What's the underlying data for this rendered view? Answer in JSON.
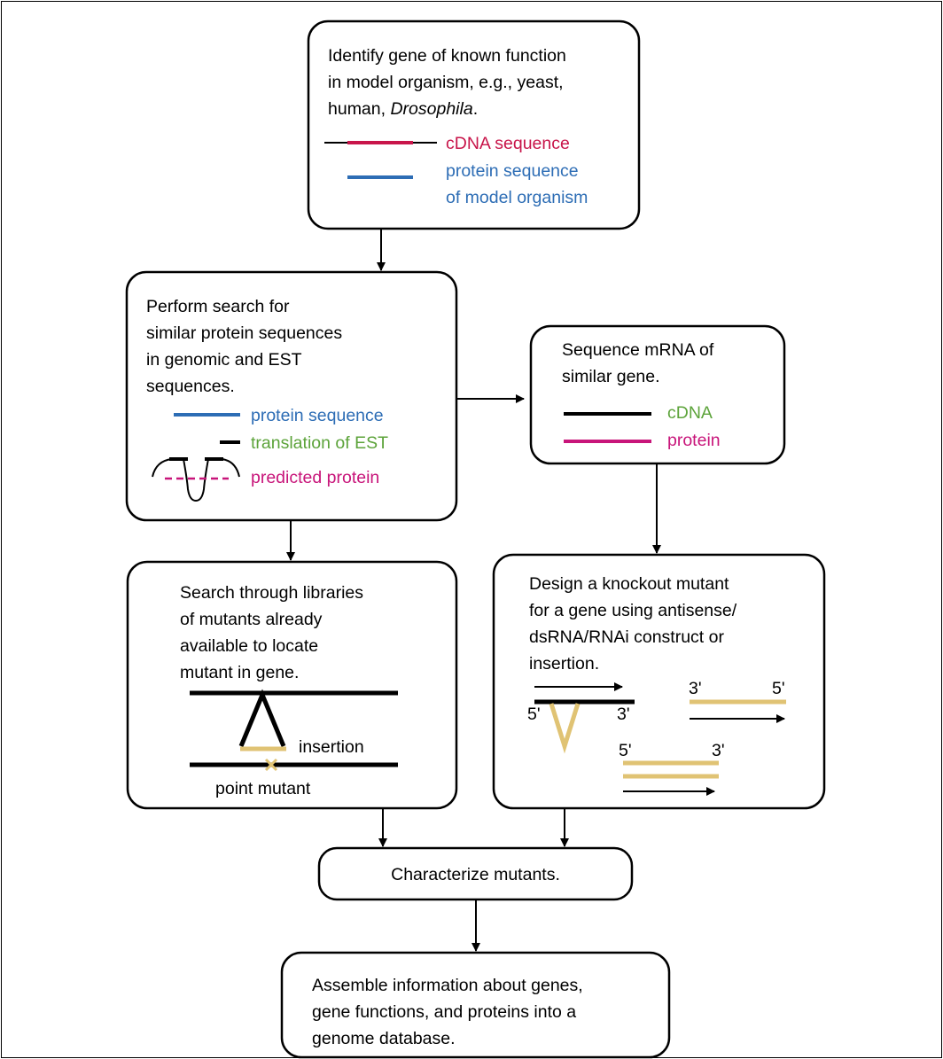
{
  "colors": {
    "cdna_red": "#c8154a",
    "protein_blue": "#2d6db5",
    "green": "#5ca33a",
    "magenta": "#c8157a",
    "tan": "#e0c374",
    "black": "#000000"
  },
  "nodes": {
    "identify": {
      "lines": [
        "Identify gene of known function",
        "in model organism, e.g., yeast,"
      ],
      "line3_prefix": "human, ",
      "line3_italic": "Drosophila",
      "line3_suffix": ".",
      "legend_cdna": "cDNA sequence",
      "legend_protein_1": "protein sequence",
      "legend_protein_2": "of model organism"
    },
    "perform": {
      "lines": [
        "Perform search for",
        "similar protein sequences",
        "in genomic and EST",
        "sequences."
      ],
      "legend_protein": "protein sequence",
      "legend_est": "translation of EST",
      "legend_predicted": "predicted protein"
    },
    "sequence": {
      "lines": [
        "Sequence mRNA of",
        "similar gene."
      ],
      "legend_cdna": "cDNA",
      "legend_protein": "protein"
    },
    "search": {
      "lines": [
        "Search through libraries",
        "of mutants already",
        "available to locate",
        "mutant in gene."
      ],
      "label_insertion": "insertion",
      "label_point": "point mutant"
    },
    "design": {
      "lines": [
        "Design a knockout mutant",
        "for a gene using antisense/",
        "dsRNA/RNAi construct or",
        "insertion."
      ],
      "label_5a": "5'",
      "label_3a": "3'",
      "label_3b": "3'",
      "label_5b": "5'",
      "label_5c": "5'",
      "label_3c": "3'"
    },
    "characterize": {
      "label": "Characterize mutants."
    },
    "assemble": {
      "lines": [
        "Assemble information about genes,",
        "gene functions, and proteins into a",
        "genome database."
      ]
    }
  }
}
